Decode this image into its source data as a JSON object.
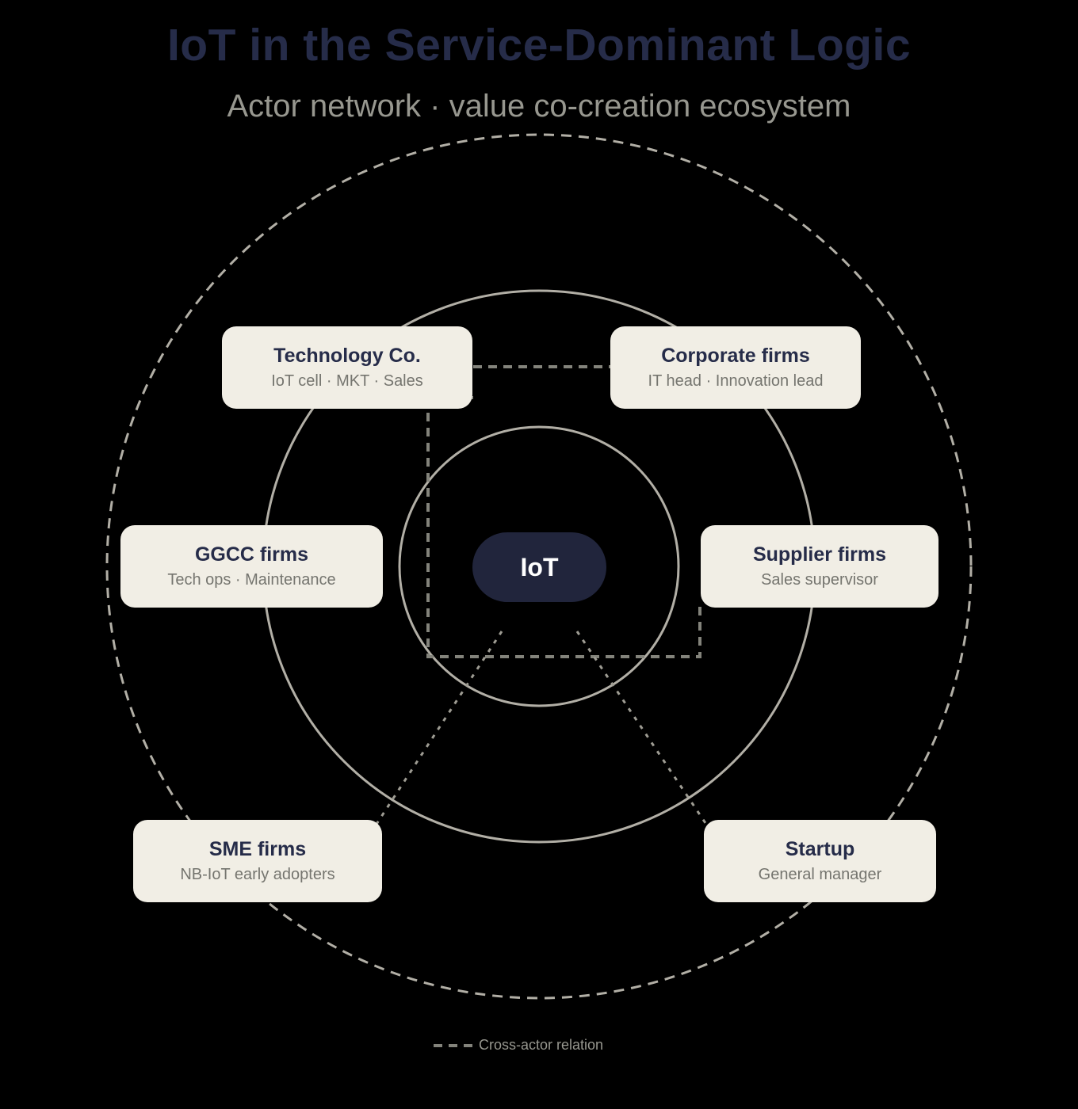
{
  "header": {
    "title": "IoT in the Service-Dominant Logic",
    "subtitle": "Actor network · value co-creation ecosystem"
  },
  "center": {
    "label": "IoT"
  },
  "actors": [
    {
      "id": "technology-co",
      "name": "Technology Co.",
      "roles": "IoT cell · MKT · Sales"
    },
    {
      "id": "corporate-firms",
      "name": "Corporate firms",
      "roles": "IT head · Innovation lead"
    },
    {
      "id": "ggcc-firms",
      "name": "GGCC firms",
      "roles": "Tech ops · Maintenance"
    },
    {
      "id": "supplier-firms",
      "name": "Supplier firms",
      "roles": "Sales supervisor"
    },
    {
      "id": "sme-firms",
      "name": "SME firms",
      "roles": "NB-IoT early adopters"
    },
    {
      "id": "startup",
      "name": "Startup",
      "roles": "General manager"
    }
  ],
  "legend": {
    "label": "Cross-actor relation"
  },
  "colors": {
    "background": "#000000",
    "title": "#262c49",
    "subtitle": "#97978f",
    "box_fill": "#f1eee5",
    "box_title": "#262c49",
    "box_roles": "#75756f",
    "pill_fill": "#21253c",
    "pill_text": "#ffffff",
    "circle_stroke": "#b2afa6",
    "relation_dash": "#83837b",
    "dotted_line": "#9e9c93"
  }
}
